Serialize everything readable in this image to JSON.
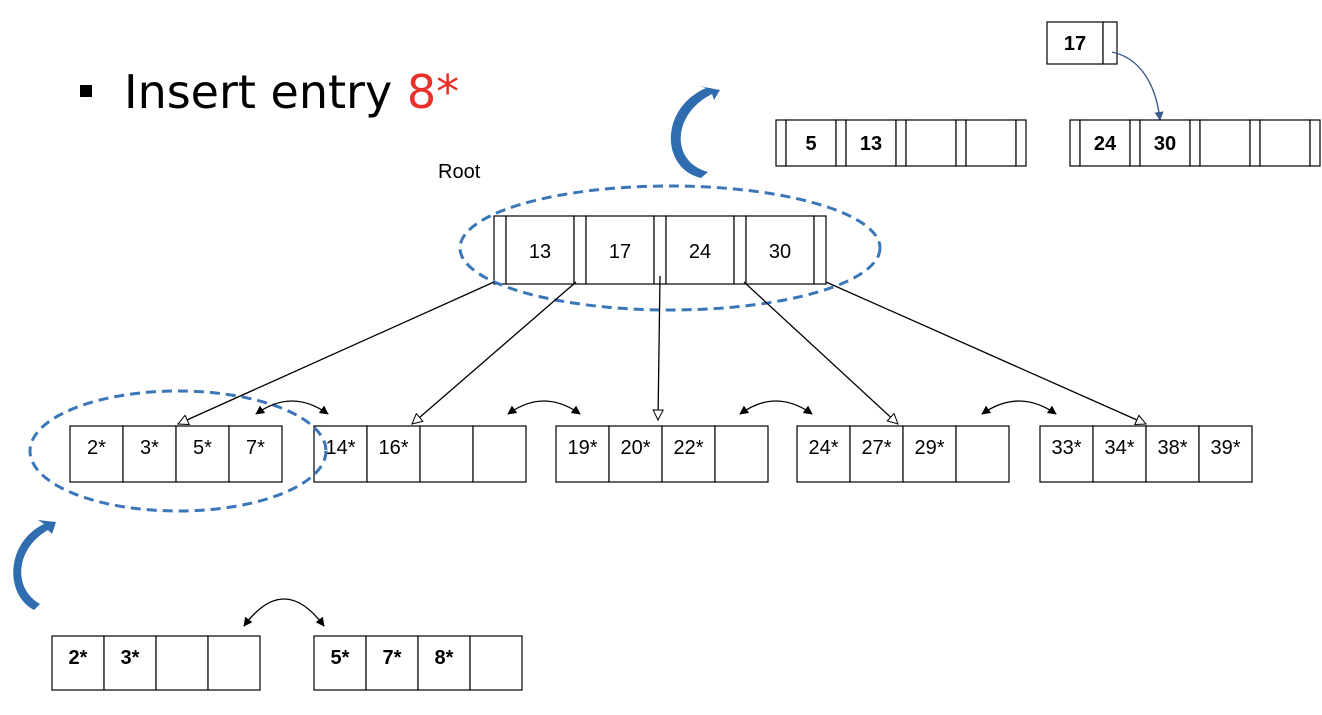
{
  "bullet": {
    "text": "Insert entry ",
    "highlight": "8*"
  },
  "root_label": "Root",
  "root_node": {
    "keys": [
      "13",
      "17",
      "24",
      "30"
    ]
  },
  "leaves": [
    {
      "entries": [
        "2*",
        "3*",
        "5*",
        "7*"
      ]
    },
    {
      "entries": [
        "14*",
        "16*",
        "",
        ""
      ]
    },
    {
      "entries": [
        "19*",
        "20*",
        "22*",
        ""
      ]
    },
    {
      "entries": [
        "24*",
        "27*",
        "29*",
        ""
      ]
    },
    {
      "entries": [
        "33*",
        "34*",
        "38*",
        "39*"
      ]
    }
  ],
  "split_leaves": [
    {
      "entries": [
        "2*",
        "3*",
        "",
        ""
      ]
    },
    {
      "entries": [
        "5*",
        "7*",
        "8*",
        ""
      ]
    }
  ],
  "split_index": {
    "up_key": "17",
    "left_node": [
      "5",
      "13",
      "",
      ""
    ],
    "right_node": [
      "24",
      "30",
      "",
      ""
    ]
  },
  "colors": {
    "highlight": "#e8312a",
    "ellipse": "#3a76b8",
    "curved_arrow": "#2f6db0",
    "stroke": "#000000",
    "connector": "#3a5a90"
  }
}
